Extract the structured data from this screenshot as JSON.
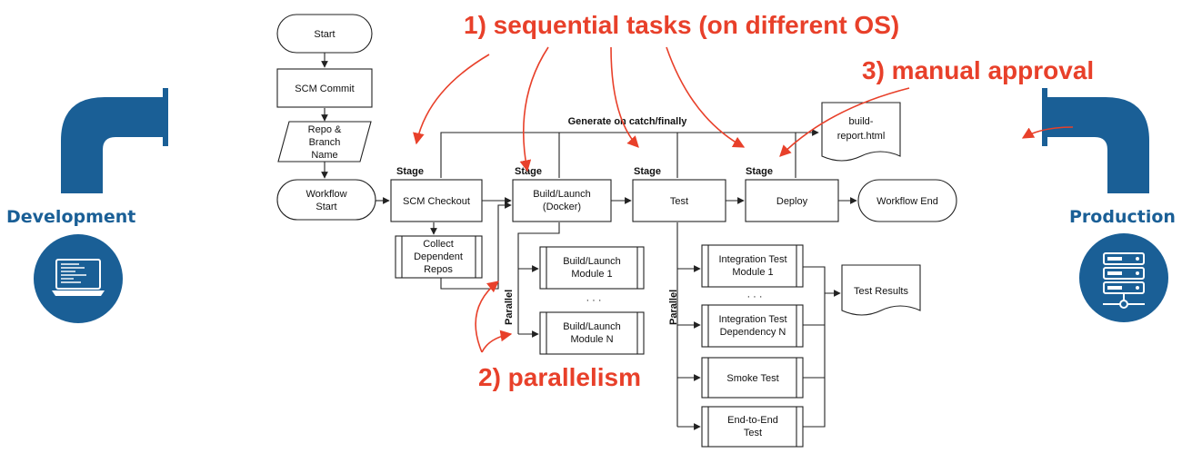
{
  "left_panel": {
    "label": "Development",
    "icon": "laptop-icon",
    "color": "#1a5f96"
  },
  "right_panel": {
    "label": "Production",
    "icon": "server-icon",
    "color": "#1a5f96"
  },
  "annotations": {
    "sequential": "1) sequential tasks (on different OS)",
    "parallelism": "2) parallelism",
    "approval": "3) manual approval",
    "color": "#e8402a"
  },
  "flow": {
    "start": "Start",
    "scm_commit": "SCM Commit",
    "repo_l1": "Repo &",
    "repo_l2": "Branch",
    "repo_l3": "Name",
    "wf_start_l1": "Workflow",
    "wf_start_l2": "Start",
    "scm_checkout": "SCM Checkout",
    "collect_l1": "Collect",
    "collect_l2": "Dependent",
    "collect_l3": "Repos",
    "build_l1": "Build/Launch",
    "build_l2": "(Docker)",
    "test": "Test",
    "deploy": "Deploy",
    "wf_end": "Workflow End",
    "generate": "Generate on catch/finally",
    "report_l1": "build-",
    "report_l2": "report.html",
    "stage": "Stage",
    "parallel": "Parallel",
    "mod1_l1": "Build/Launch",
    "mod1_l2": "Module 1",
    "modn_l1": "Build/Launch",
    "modn_l2": "Module N",
    "ellipsis": "· · ·",
    "it1_l1": "Integration Test",
    "it1_l2": "Module 1",
    "itn_l1": "Integration Test",
    "itn_l2": "Dependency N",
    "smoke": "Smoke Test",
    "e2e_l1": "End-to-End",
    "e2e_l2": "Test",
    "results": "Test Results"
  }
}
